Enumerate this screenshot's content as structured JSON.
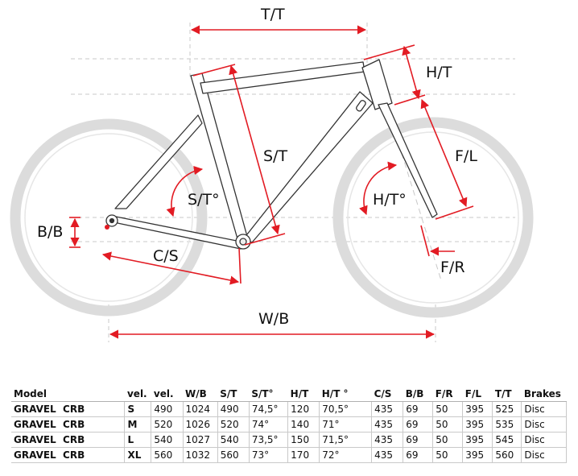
{
  "labels": {
    "tt": "T/T",
    "ht": "H/T",
    "st": "S/T",
    "fl": "F/L",
    "sta": "S/T°",
    "hta": "H/T°",
    "bb": "B/B",
    "cs": "C/S",
    "fr": "F/R",
    "wb": "W/B"
  },
  "colors": {
    "accent": "#e21b23",
    "frame": "#333333",
    "wheel": "#dcdcdc"
  },
  "table": {
    "headers": [
      "Model",
      "vel.",
      "vel.",
      "W/B",
      "S/T",
      "S/T°",
      "H/T",
      "H/T °",
      "C/S",
      "B/B",
      "F/R",
      "F/L",
      "T/T",
      "Brakes"
    ],
    "rows": [
      [
        "GRAVEL  CRB",
        "S",
        "490",
        "1024",
        "490",
        "74,5°",
        "120",
        "70,5°",
        "435",
        "69",
        "50",
        "395",
        "525",
        "Disc"
      ],
      [
        "GRAVEL  CRB",
        "M",
        "520",
        "1026",
        "520",
        "74°",
        "140",
        "71°",
        "435",
        "69",
        "50",
        "395",
        "535",
        "Disc"
      ],
      [
        "GRAVEL  CRB",
        "L",
        "540",
        "1027",
        "540",
        "73,5°",
        "150",
        "71,5°",
        "435",
        "69",
        "50",
        "395",
        "545",
        "Disc"
      ],
      [
        "GRAVEL  CRB",
        "XL",
        "560",
        "1032",
        "560",
        "73°",
        "170",
        "72°",
        "435",
        "69",
        "50",
        "395",
        "560",
        "Disc"
      ]
    ]
  }
}
